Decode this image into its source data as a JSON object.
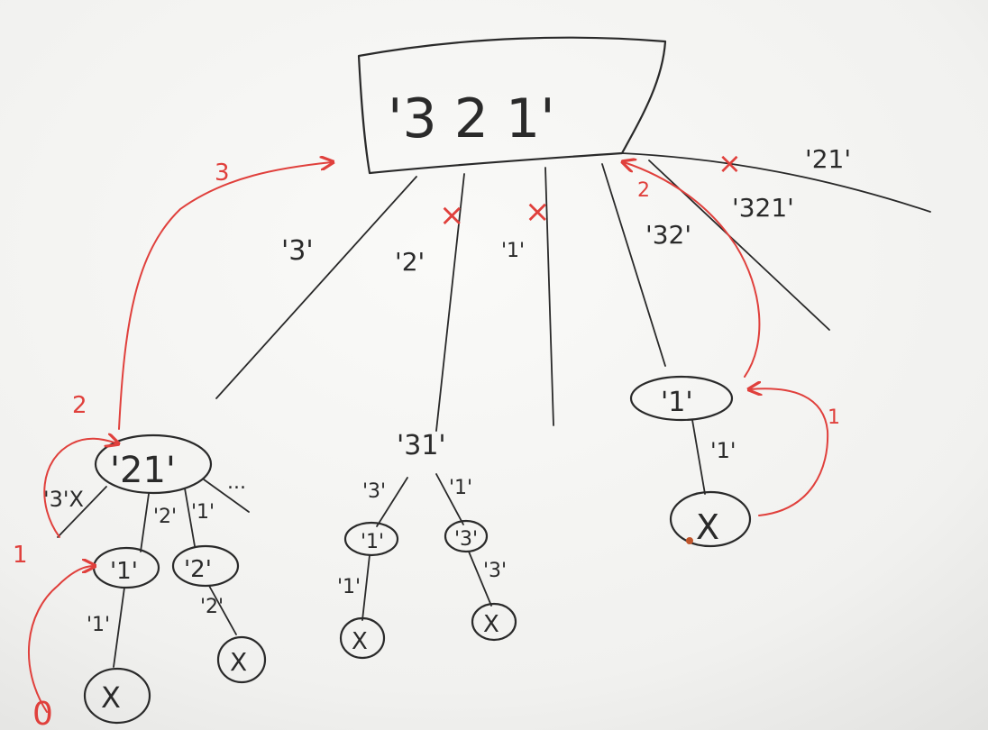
{
  "root": {
    "label": "'3 2 1'"
  },
  "edges": {
    "e3": "'3'",
    "e2": "'2'",
    "e1": "'1'",
    "e32": "'32'",
    "e21": "'21'",
    "e321": "'321'"
  },
  "nodes": {
    "n21": "'21'",
    "n31": "'31'",
    "n1": "'1'",
    "n1a": "'1'",
    "n2": "'2'",
    "n1b": "'1'",
    "n3": "'3'",
    "x": "X"
  },
  "sub21_edges": {
    "e3x": "'3'X",
    "e2": "'2'",
    "e1": "'1'",
    "more": "...",
    "e1b": "'1'",
    "e2b": "'2'"
  },
  "sub31_edges": {
    "e3": "'3'",
    "e1": "'1'",
    "e1b": "'1'",
    "e3b": "'3'"
  },
  "sub1_edges": {
    "e1": "'1'"
  },
  "steps": {
    "s0": "0",
    "s1": "1",
    "s2": "2",
    "s3": "3",
    "r1": "1",
    "r2": "2"
  },
  "marks": {
    "cross": "×"
  },
  "colors": {
    "ink": "#2a2a2a",
    "red": "#e0403c",
    "paper": "#f6f6f4"
  }
}
